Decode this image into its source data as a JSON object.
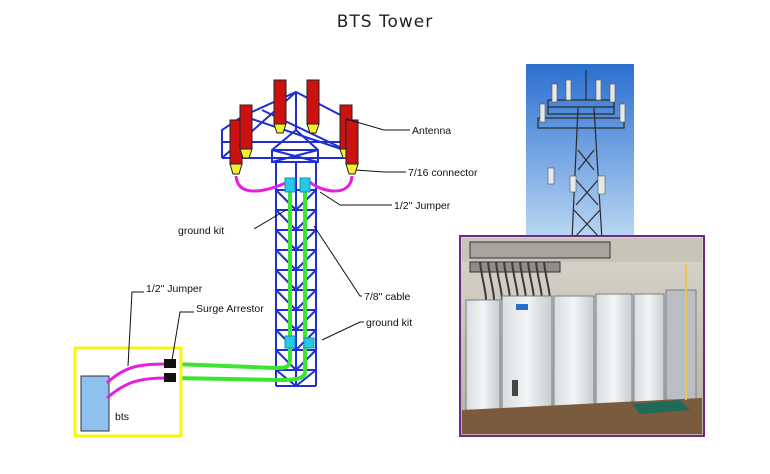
{
  "title": "BTS Tower",
  "labels": {
    "antenna": "Antenna",
    "connector": "7/16 connector",
    "jumper_top": "1/2\"  Jumper",
    "ground_kit_top": "ground kit",
    "cable": "7/8\" cable",
    "ground_kit_bottom": "ground kit",
    "jumper_bottom": "1/2\" Jumper",
    "surge_arrestor": "Surge Arrestor",
    "bts": "bts"
  },
  "colors": {
    "tower": "#1f2fd0",
    "antenna": "#cc1111",
    "antenna_tip": "#f3ef2a",
    "jumper": "#e61ee0",
    "feeder": "#3be630",
    "connector": "#25c8e8",
    "bts_box": "#8fc0ee",
    "bts_frame": "#f4f40c",
    "surge": "#111111"
  },
  "photos": {
    "tower_photo": "tower-photo",
    "equipment_photo": "equipment-room-photo"
  }
}
